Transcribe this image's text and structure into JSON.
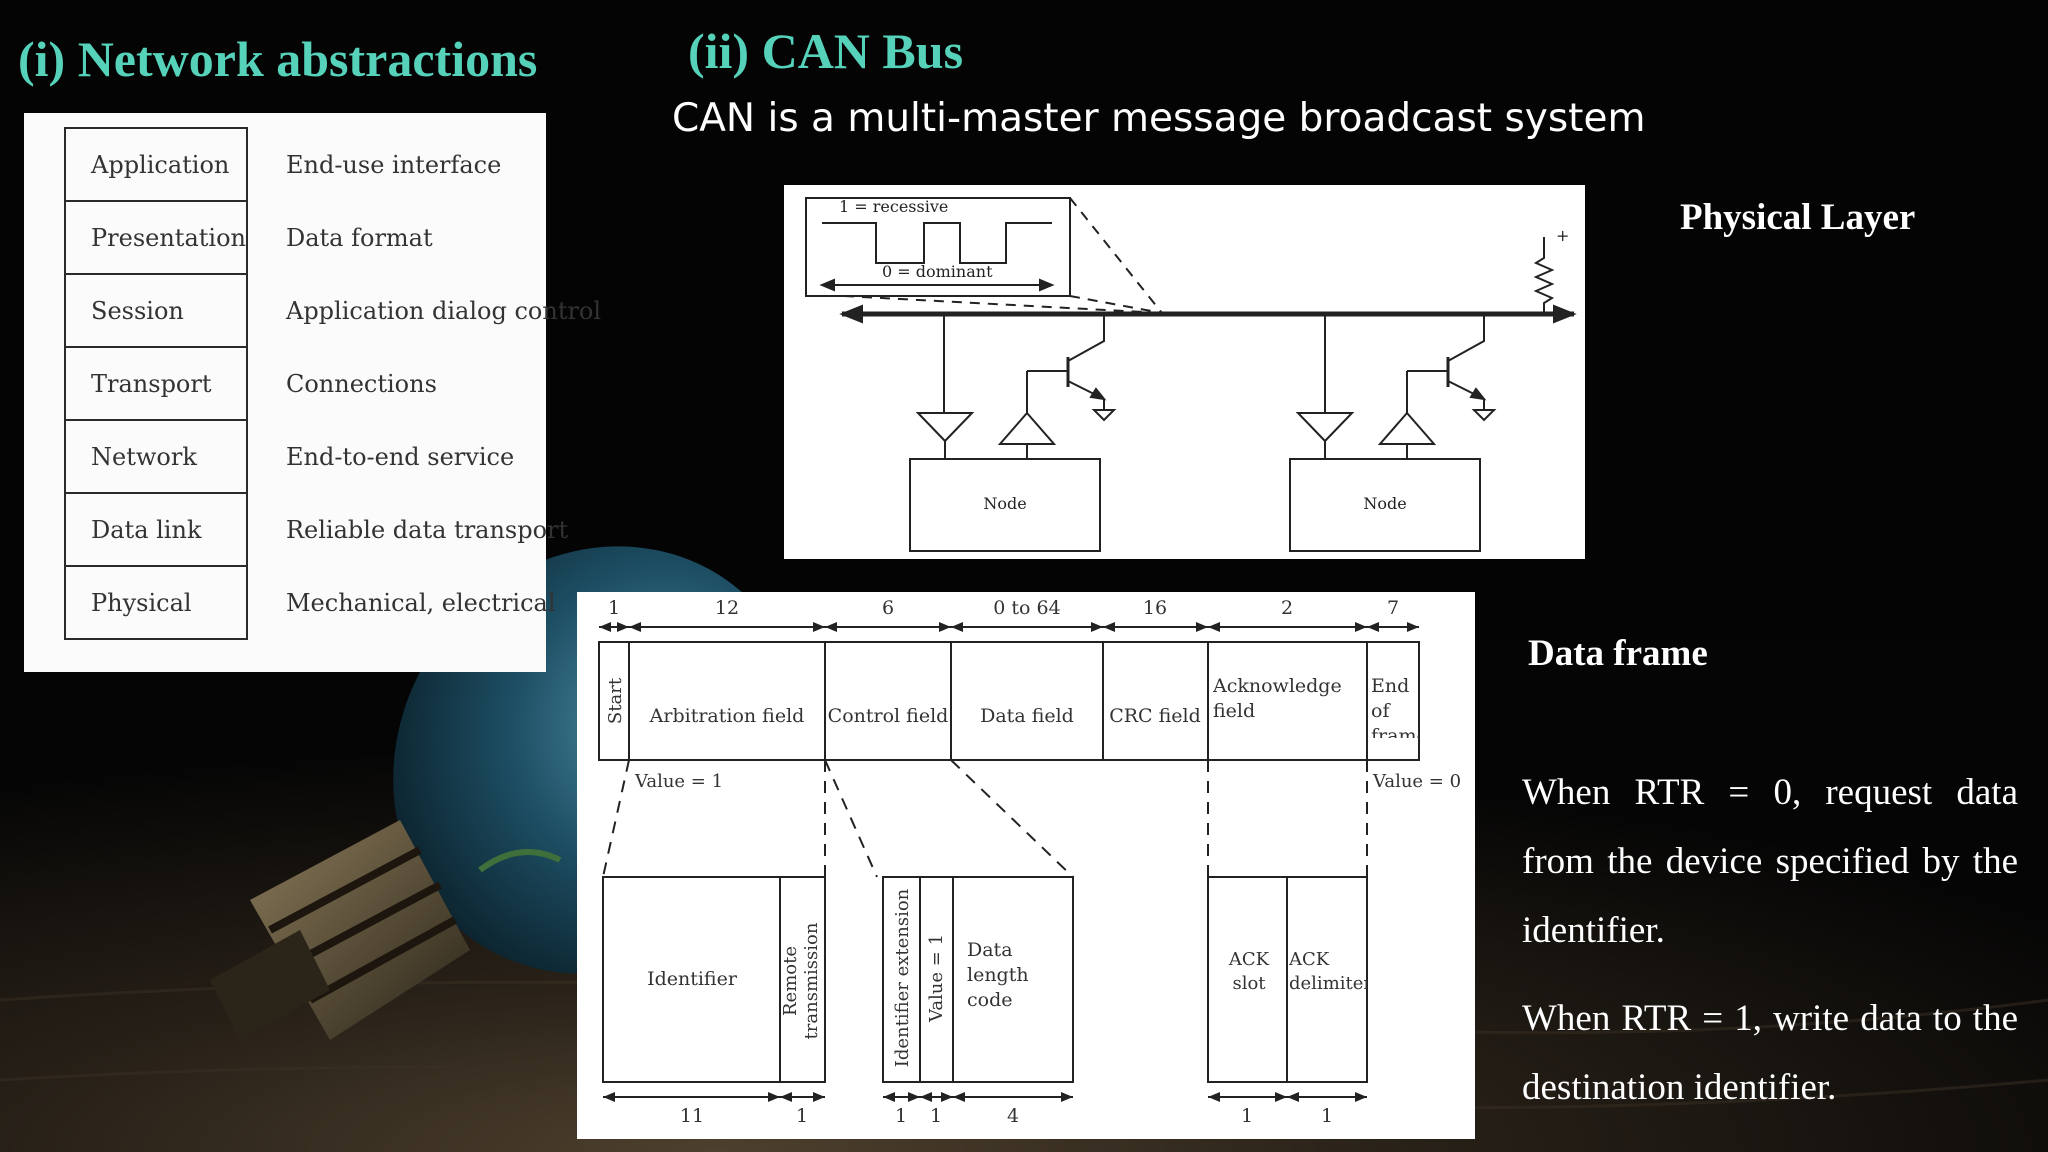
{
  "slide": {
    "title_left": "(i) Network abstractions",
    "title_right": "(ii) CAN Bus",
    "subtitle": "CAN is a multi-master message broadcast system",
    "physical_layer_label": "Physical Layer",
    "data_frame_label": "Data frame",
    "rtr0_text": "When RTR = 0, request data from the device specified by the identifier.",
    "rtr1_text": "When RTR = 1, write data to the destination identifier."
  },
  "osi_layers": [
    {
      "name": "Application",
      "description": "End-use interface"
    },
    {
      "name": "Presentation",
      "description": "Data format"
    },
    {
      "name": "Session",
      "description": "Application dialog control"
    },
    {
      "name": "Transport",
      "description": "Connections"
    },
    {
      "name": "Network",
      "description": "End-to-end service"
    },
    {
      "name": "Data link",
      "description": "Reliable data transport"
    },
    {
      "name": "Physical",
      "description": "Mechanical, electrical"
    }
  ],
  "physical_diagram": {
    "recessive_label": "1 = recessive",
    "dominant_label": "0 = dominant",
    "node_label": "Node",
    "supply_label": "+"
  },
  "data_frame": {
    "fields": [
      {
        "name": "Start",
        "bits": "1"
      },
      {
        "name": "Arbitration field",
        "bits": "12"
      },
      {
        "name": "Control field",
        "bits": "6"
      },
      {
        "name": "Data field",
        "bits": "0 to 64"
      },
      {
        "name": "CRC field",
        "bits": "16"
      },
      {
        "name": "Acknowledge field",
        "bits": "2"
      },
      {
        "name": "End of frame",
        "bits": "7"
      }
    ],
    "start_value": "Value = 1",
    "end_value": "Value = 0",
    "identifier": {
      "label": "Identifier",
      "bits": "11"
    },
    "rtr_bit": {
      "label": "Remote transmission request bit",
      "bits": "1"
    },
    "ide_bit": {
      "label": "Identifier extension",
      "bits": "1"
    },
    "reserved_bit": {
      "label": "Value = 1",
      "bits": "1"
    },
    "dlc": {
      "label": "Data length code",
      "bits": "4"
    },
    "ack_slot": {
      "label": "ACK slot",
      "bits": "1"
    },
    "ack_delimiter": {
      "label": "ACK delimiter",
      "bits": "1"
    }
  },
  "colors": {
    "heading": "#55d2b9",
    "background": "#040405",
    "text": "#ffffff"
  }
}
